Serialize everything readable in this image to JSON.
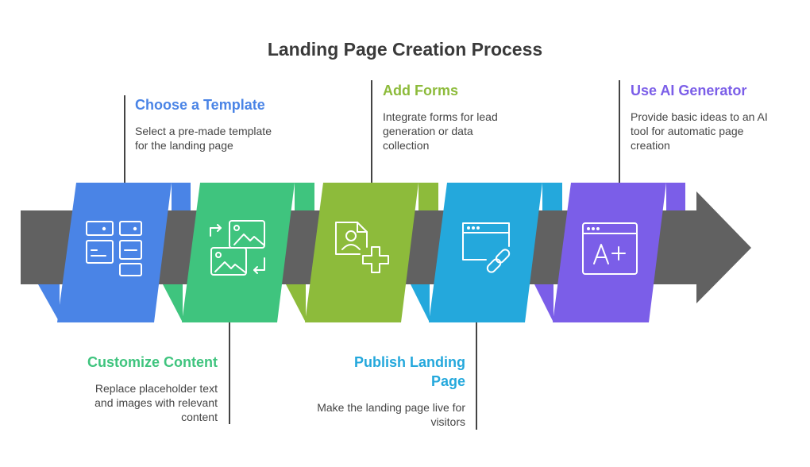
{
  "title": "Landing Page Creation Process",
  "colors": {
    "band": "#616161",
    "step1": "#4a84e6",
    "step2": "#3fc47e",
    "step3": "#8dbb3b",
    "step4": "#24a8dc",
    "step5": "#7b5ee8"
  },
  "steps": [
    {
      "title": "Choose a Template",
      "desc": "Select a pre-made template for the landing page",
      "icon": "template-layout-icon"
    },
    {
      "title": "Customize Content",
      "desc": "Replace placeholder text and images with relevant content",
      "icon": "image-swap-icon"
    },
    {
      "title": "Add Forms",
      "desc": "Integrate forms for lead generation or data collection",
      "icon": "user-form-add-icon"
    },
    {
      "title": "Publish Landing Page",
      "desc": "Make the landing page live for visitors",
      "icon": "browser-link-icon"
    },
    {
      "title": "Use AI Generator",
      "desc": "Provide basic ideas to an AI tool for automatic page creation",
      "icon": "ai-text-window-icon"
    }
  ]
}
